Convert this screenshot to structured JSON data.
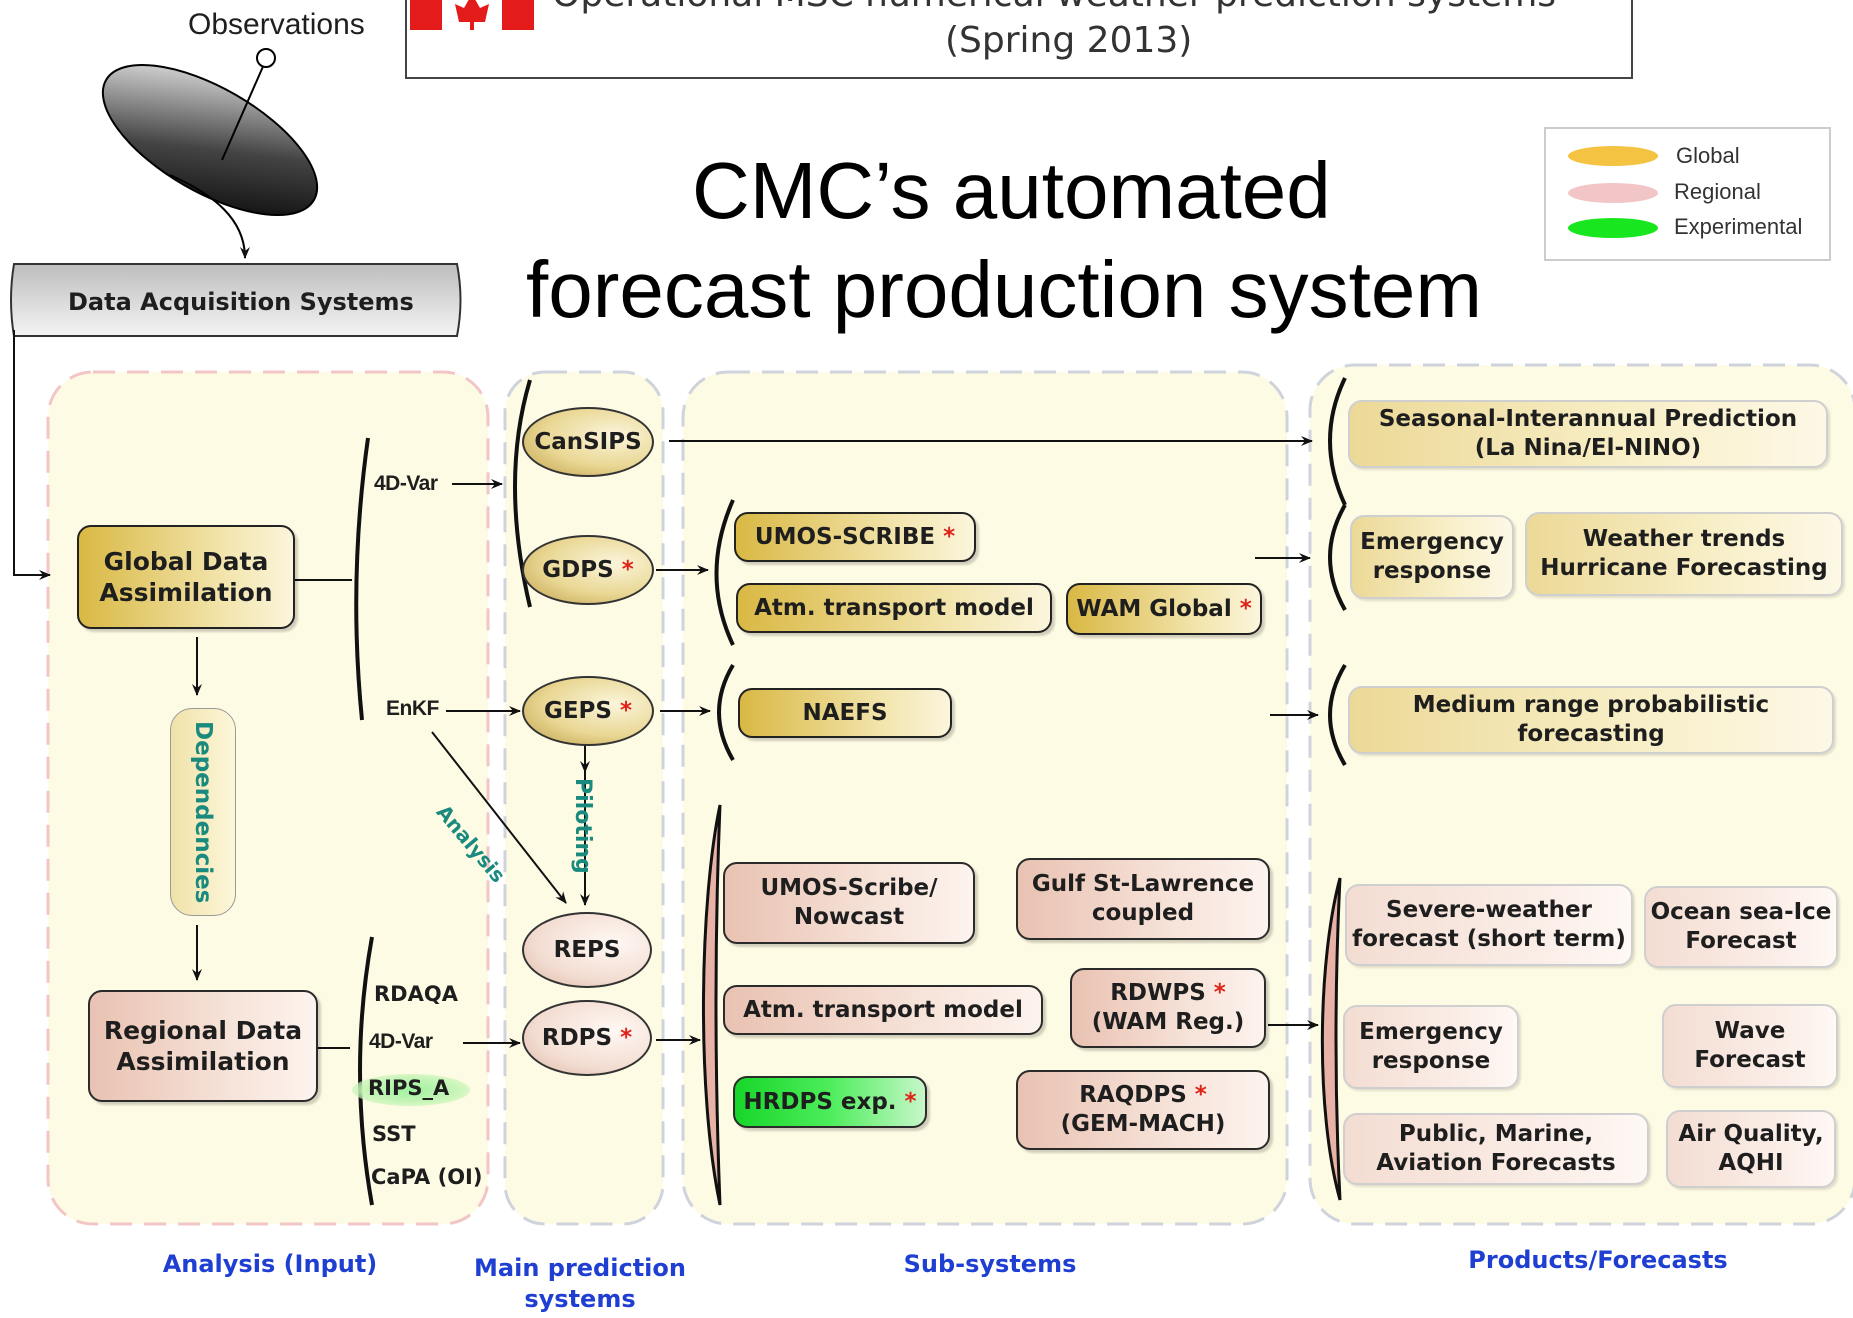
{
  "header": {
    "observations": "Observations",
    "title_line1": "Operational MSC numerical weather prediction systems",
    "title_line2": "(Spring 2013)"
  },
  "main_title": {
    "line1": "CMC’s automated",
    "line2": "forecast production system"
  },
  "legend": [
    {
      "label": "Global",
      "color": "#f5c342"
    },
    {
      "label": "Regional",
      "color": "#f2c6c6"
    },
    {
      "label": "Experimental",
      "color": "#18e61e"
    }
  ],
  "acquisition": "Data Acquisition Systems",
  "analysis": {
    "global": "Global Data\nAssimilation",
    "regional": "Regional Data\nAssimilation",
    "dependencies": "Dependencies",
    "global_methods": [
      "4D-Var",
      "EnKF"
    ],
    "regional_methods": [
      "RDAQA",
      "4D-Var",
      "RIPS_A",
      "SST",
      "CaPA (OI)"
    ]
  },
  "systems": {
    "cansips": "CanSIPS",
    "gdps": "GDPS",
    "geps": "GEPS",
    "reps": "REPS",
    "rdps": "RDPS",
    "analysis_label": "Analysis",
    "piloting_label": "Piloting",
    "star": "*"
  },
  "subsystems": {
    "umos_scribe": "UMOS-SCRIBE",
    "atm_transport_global": "Atm. transport model",
    "wam_global": "WAM Global",
    "naefs": "NAEFS",
    "umos_nowcast": "UMOS-Scribe/\nNowcast",
    "gulf": "Gulf St-Lawrence\ncoupled",
    "atm_transport_reg": "Atm. transport model",
    "rdwps": "RDWPS",
    "rdwps_sub": "(WAM Reg.)",
    "hrdps": "HRDPS exp.",
    "raqdps": "RAQDPS",
    "raqdps_sub": "(GEM-MACH)"
  },
  "products": {
    "seasonal": "Seasonal-Interannual Prediction\n(La Nina/El-NINO)",
    "emergency_global": "Emergency\nresponse",
    "weather_trends": "Weather trends\nHurricane Forecasting",
    "medium_range": "Medium range probabilistic\nforecasting",
    "severe_weather": "Severe-weather\nforecast (short term)",
    "ocean_ice": "Ocean sea-Ice\nForecast",
    "emergency_reg": "Emergency\nresponse",
    "wave": "Wave\nForecast",
    "public_marine": "Public, Marine,\nAviation Forecasts",
    "air_quality": "Air Quality,\nAQHI"
  },
  "footers": {
    "analysis": "Analysis (Input)",
    "main": "Main prediction\nsystems",
    "sub": "Sub-systems",
    "products": "Products/Forecasts"
  },
  "colors": {
    "global": "#f5c342",
    "regional": "#f2c6c6",
    "experimental": "#18e61e",
    "footer_text": "#1f3fd2",
    "teal_label": "#1a8a7f",
    "star": "#e0231a"
  }
}
